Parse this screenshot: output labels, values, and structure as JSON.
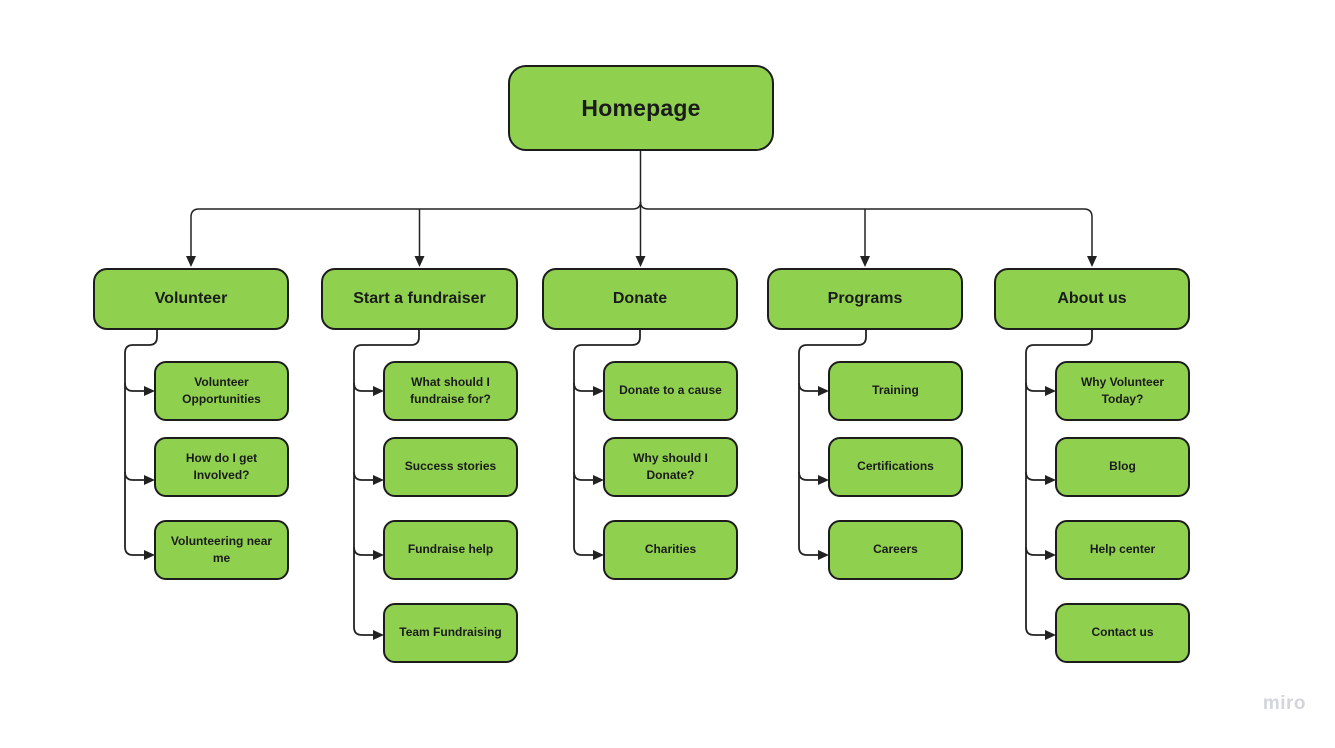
{
  "app": {
    "watermark": "miro"
  },
  "colors": {
    "background": "#FFFFFF",
    "node_fill": "#8FD14F",
    "node_border": "#1C1C1C",
    "node_text": "#1B1B1B",
    "connector": "#222222",
    "watermark": "#D3D5DB"
  },
  "sitemap": {
    "root": {
      "label": "Homepage"
    },
    "branches": [
      {
        "label": "Volunteer",
        "children": [
          "Volunteer Opportunities",
          "How do I get Involved?",
          "Volunteering near me"
        ]
      },
      {
        "label": "Start a fundraiser",
        "children": [
          "What should I fundraise for?",
          "Success stories",
          "Fundraise help",
          "Team Fundraising"
        ]
      },
      {
        "label": "Donate",
        "children": [
          "Donate to a cause",
          "Why should I Donate?",
          "Charities"
        ]
      },
      {
        "label": "Programs",
        "children": [
          "Training",
          "Certifications",
          "Careers"
        ]
      },
      {
        "label": "About us",
        "children": [
          "Why Volunteer Today?",
          "Blog",
          "Help center",
          "Contact us"
        ]
      }
    ]
  }
}
